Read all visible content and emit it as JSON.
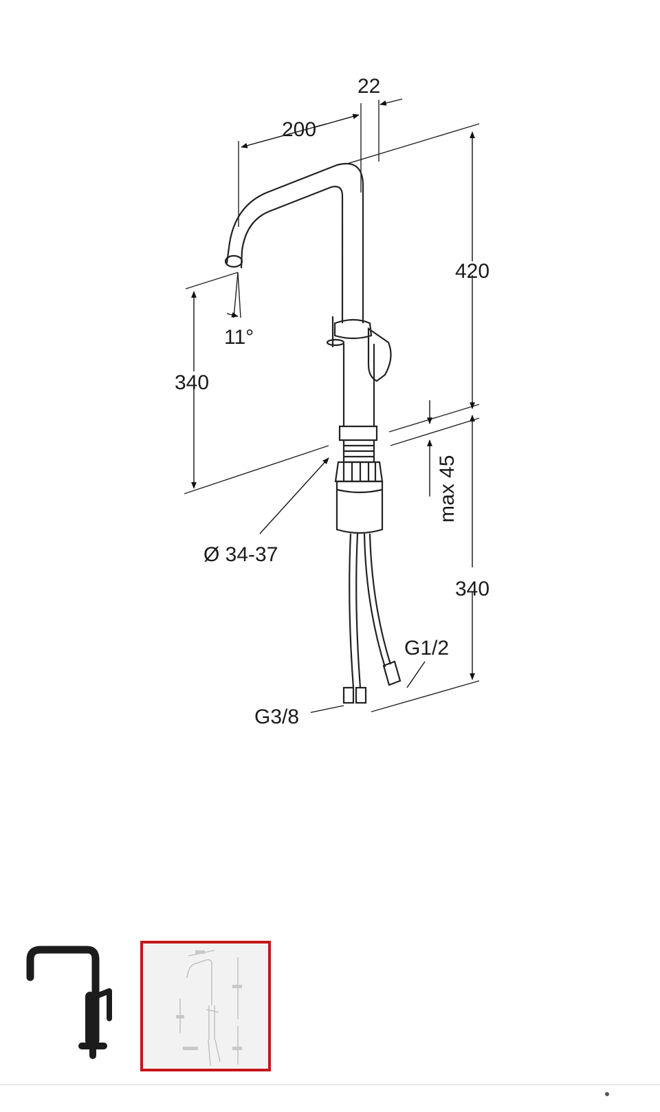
{
  "drawing": {
    "dim_spout_width": "200",
    "dim_pipe_diameter": "22",
    "dim_total_height": "420",
    "dim_angle": "11°",
    "dim_spout_height": "340",
    "dim_max_thickness": "max 45",
    "dim_hole_diameter": "Ø 34-37",
    "dim_hose_length": "340",
    "conn_hot_cold": "G1/2",
    "conn_outlet": "G3/8"
  },
  "thumbnails": {
    "selected_index": 1,
    "accent_color": "#c4161c",
    "items": [
      {
        "icon": "faucet-photo-icon"
      },
      {
        "icon": "technical-drawing-icon"
      }
    ]
  }
}
